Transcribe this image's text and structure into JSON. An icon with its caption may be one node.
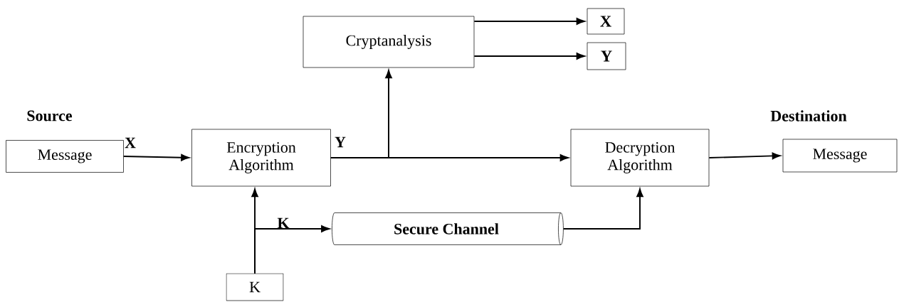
{
  "diagram": {
    "nodes": [
      {
        "text": [
          "Message"
        ]
      },
      {
        "text": [
          "Encryption Algorithm"
        ]
      },
      {
        "text": [
          "Cryptanalysis"
        ]
      },
      {
        "text": [
          "X"
        ]
      },
      {
        "text": [
          "Y"
        ]
      },
      {
        "text": [
          "Decryption Algorithm"
        ]
      },
      {
        "text": [
          "Message"
        ]
      },
      {
        "text": [
          "K"
        ]
      },
      {
        "text": [
          "Secure Channel"
        ]
      }
    ],
    "edges": [
      {
        "from": 0,
        "to": 1,
        "arrow": "to",
        "label": "X"
      },
      {
        "from": 1,
        "to": 5,
        "arrow": "to",
        "label": "Y"
      },
      {
        "from": 1,
        "to": 2,
        "arrow": "to"
      },
      {
        "from": 2,
        "to": 3,
        "arrow": "to"
      },
      {
        "from": 2,
        "to": 4,
        "arrow": "to"
      },
      {
        "from": 5,
        "to": 6,
        "arrow": "to"
      },
      {
        "from": 7,
        "to": 1,
        "arrow": "to"
      },
      {
        "from": 7,
        "to": 8,
        "arrow": "to",
        "label": "K"
      },
      {
        "from": 8,
        "to": 5,
        "arrow": "to"
      }
    ],
    "labels": [
      "Source",
      "Destination"
    ]
  }
}
